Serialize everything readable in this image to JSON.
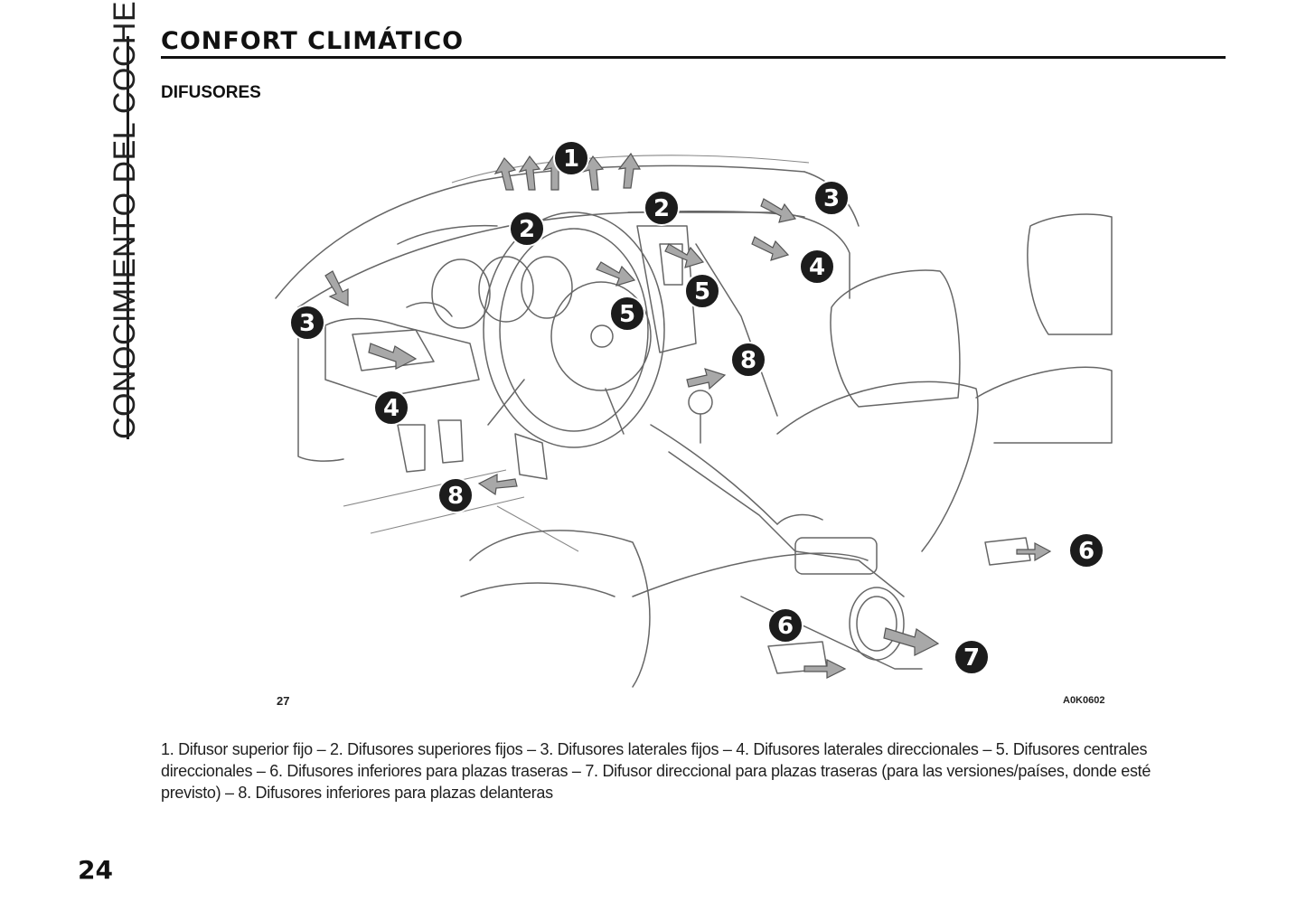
{
  "section_tab": "CONOCIMIENTO DEL COCHE",
  "title": "CONFORT CLIMÁTICO",
  "heading": "DIFUSORES",
  "figure": {
    "number": "27",
    "code": "A0K0602",
    "callouts": [
      {
        "num": "1"
      },
      {
        "num": "2"
      },
      {
        "num": "2"
      },
      {
        "num": "3"
      },
      {
        "num": "3"
      },
      {
        "num": "4"
      },
      {
        "num": "4"
      },
      {
        "num": "5"
      },
      {
        "num": "5"
      },
      {
        "num": "6"
      },
      {
        "num": "6"
      },
      {
        "num": "7"
      },
      {
        "num": "8"
      },
      {
        "num": "8"
      }
    ]
  },
  "caption": "1. Difusor superior fijo – 2. Difusores superiores fijos – 3. Difusores laterales fijos – 4. Difusores laterales direccionales – 5. Difusores centrales direccionales – 6. Difusores inferiores para plazas traseras – 7. Difusor direccional para plazas traseras (para las versiones/países, donde esté previsto) – 8. Difusores inferiores para plazas delanteras",
  "page_number": "24"
}
